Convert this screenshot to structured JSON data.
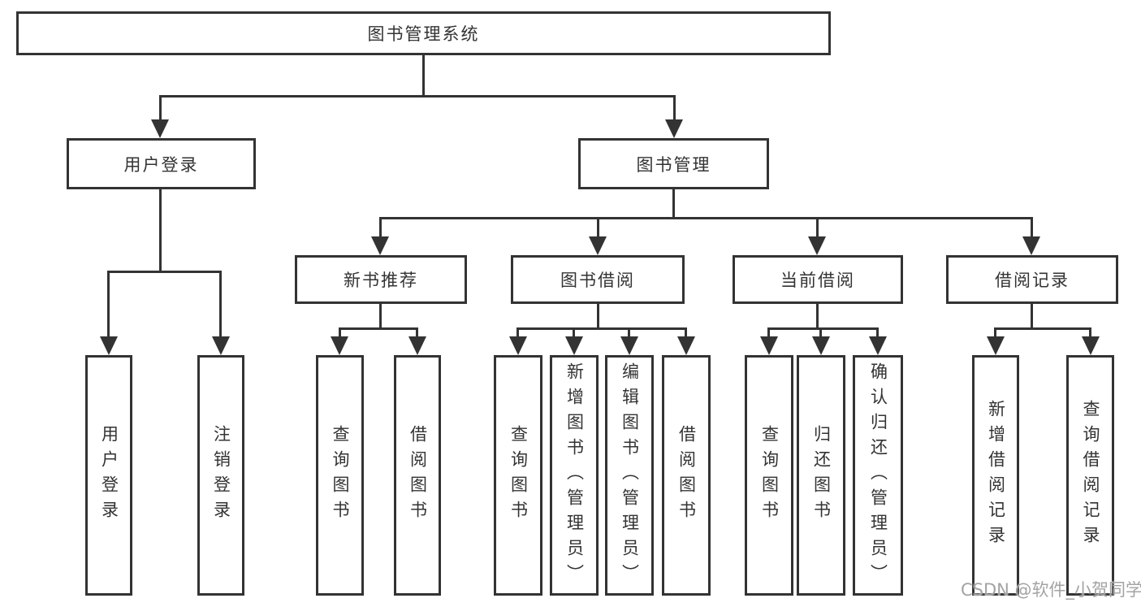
{
  "nodes": {
    "root": "图书管理系统",
    "level2": {
      "user": "用户登录",
      "book": "图书管理"
    },
    "user_children": [
      "用户登录",
      "注销登录"
    ],
    "sections": [
      {
        "title": "新书推荐",
        "children": [
          "查询图书",
          "借阅图书"
        ]
      },
      {
        "title": "图书借阅",
        "children": [
          "查询图书",
          "新增图书（管理员）",
          "编辑图书（管理员）",
          "借阅图书"
        ]
      },
      {
        "title": "当前借阅",
        "children": [
          "查询图书",
          "归还图书",
          "确认归还（管理员）"
        ]
      },
      {
        "title": "借阅记录",
        "children": [
          "新增借阅记录",
          "查询借阅记录"
        ]
      }
    ]
  },
  "watermark": {
    "text": "CSDN @软件_小贺同学"
  },
  "colors": {
    "line": "#333333",
    "text": "#333333",
    "background": "#ffffff",
    "watermark": "#a3a3a3"
  }
}
